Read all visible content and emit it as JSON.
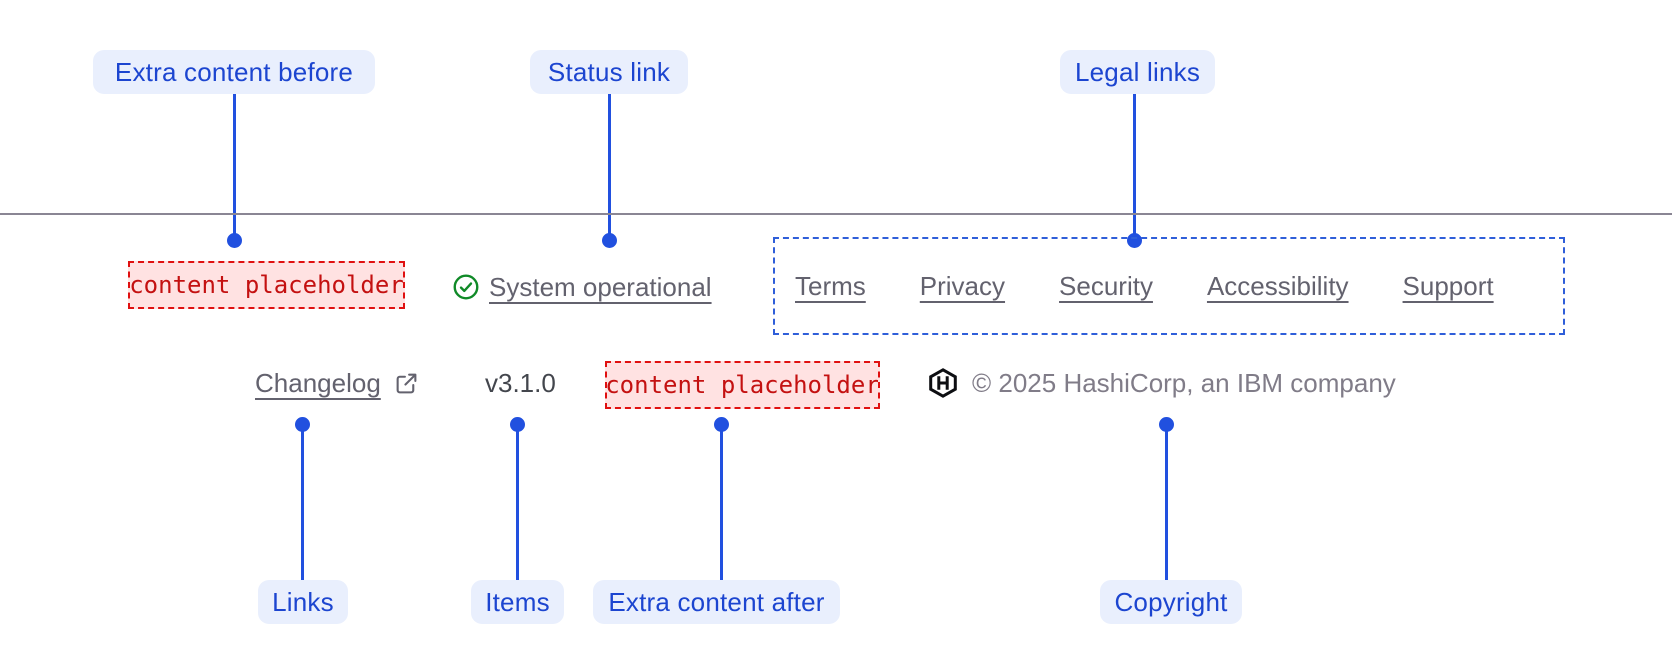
{
  "page": {
    "background": "#ffffff",
    "divider_color": "#8a8694"
  },
  "colors": {
    "annotation_accent": "#2150df",
    "annotation_label_text": "#1c45d0",
    "annotation_label_bg": "#e9effd",
    "placeholder_border": "#e01010",
    "placeholder_bg": "#ffe2e2",
    "placeholder_text": "#c41111",
    "status_green": "#108a28",
    "link_gray": "#63626e",
    "version_gray": "#43464d",
    "copyright_gray": "#807c88",
    "legal_box_border": "#2f5ed9",
    "logo_black": "#0d0e12"
  },
  "annotations": {
    "top": [
      {
        "label": "Extra content before"
      },
      {
        "label": "Status link"
      },
      {
        "label": "Legal links"
      }
    ],
    "bottom": [
      {
        "label": "Links"
      },
      {
        "label": "Items"
      },
      {
        "label": "Extra content after"
      },
      {
        "label": "Copyright"
      }
    ]
  },
  "footer": {
    "extra_content_before": "content placeholder",
    "status_link": {
      "icon": "check-circle-icon",
      "label": "System operational"
    },
    "legal_links": [
      "Terms",
      "Privacy",
      "Security",
      "Accessibility",
      "Support"
    ],
    "changelog": {
      "label": "Changelog",
      "icon": "external-link-icon"
    },
    "version": "v3.1.0",
    "extra_content_after": "content placeholder",
    "copyright": {
      "logo": "hashicorp-logo",
      "text": "© 2025 HashiCorp, an IBM company"
    }
  }
}
